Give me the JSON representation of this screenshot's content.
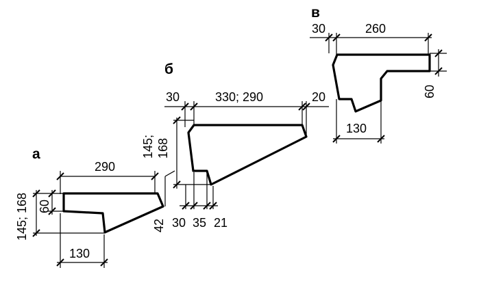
{
  "labels": {
    "a": "а",
    "b": "б",
    "v": "в"
  },
  "profile_a": {
    "top_width": "290",
    "height_total": "145; 168",
    "height_upper": "60",
    "bottom_width": "130",
    "right_edge": "42"
  },
  "profile_b": {
    "left_offset": "30",
    "top_width": "330; 290",
    "right_offset": "20",
    "height": "145;\n168",
    "height_line1": "145;",
    "height_line2": "168",
    "bottom_1": "30",
    "bottom_2": "35",
    "bottom_3": "21"
  },
  "profile_v": {
    "left_offset": "30",
    "top_width": "260",
    "height_right": "60",
    "bottom_width": "130"
  }
}
